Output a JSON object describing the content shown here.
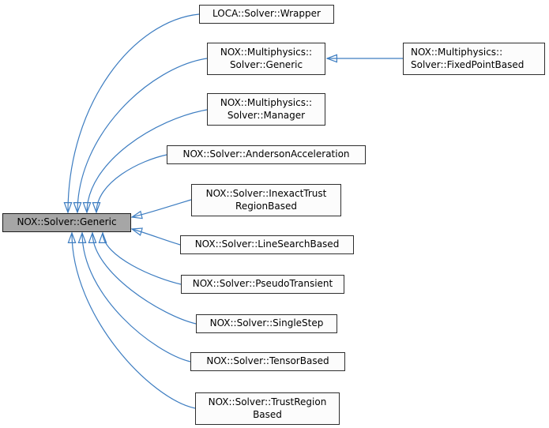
{
  "nodes": {
    "base": {
      "label": "NOX::Solver::Generic"
    },
    "wrapper": {
      "label": "LOCA::Solver::Wrapper"
    },
    "mp_generic": {
      "label": "NOX::Multiphysics::\nSolver::Generic"
    },
    "mp_fixed": {
      "label": "NOX::Multiphysics::\nSolver::FixedPointBased"
    },
    "mp_manager": {
      "label": "NOX::Multiphysics::\nSolver::Manager"
    },
    "anderson": {
      "label": "NOX::Solver::AndersonAcceleration"
    },
    "inexact": {
      "label": "NOX::Solver::InexactTrust\nRegionBased"
    },
    "linesearch": {
      "label": "NOX::Solver::LineSearchBased"
    },
    "pseudo": {
      "label": "NOX::Solver::PseudoTransient"
    },
    "single": {
      "label": "NOX::Solver::SingleStep"
    },
    "tensor": {
      "label": "NOX::Solver::TensorBased"
    },
    "trust": {
      "label": "NOX::Solver::TrustRegion\nBased"
    }
  },
  "colors": {
    "edge": "#3d7dc1",
    "arrow_fill": "#66a4e0",
    "arrow_stroke": "#2b66a8",
    "base_node_fill": "#a6a6a6",
    "node_fill": "#fcfcfc",
    "node_border": "#2e2e2e",
    "background": "#ffffff"
  }
}
